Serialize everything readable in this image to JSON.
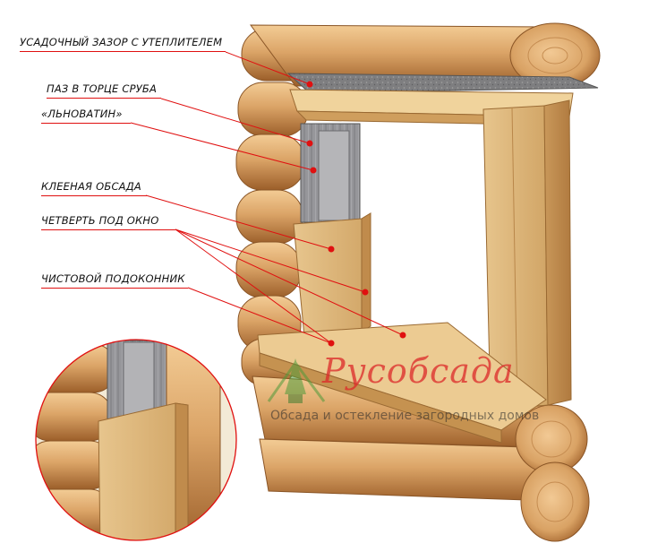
{
  "labels": [
    "УСАДОЧНЫЙ ЗАЗОР С УТЕПЛИТЕЛЕМ",
    "ПАЗ В ТОРЦЕ СРУБА",
    "«ЛЬНОВАТИН»",
    "КЛЕЕНАЯ ОБСАДА",
    "ЧЕТВЕРТЬ ПОД ОКНО",
    "ЧИСТОВОЙ ПОДОКОННИК"
  ],
  "watermark": {
    "logo_letter": "Р",
    "title": "усобсада",
    "subtitle": "Обсада и остекление загородных домов"
  },
  "colors": {
    "log_light": "#e6b67f",
    "log_mid": "#cf9256",
    "log_dark": "#9c5f2a",
    "board_light": "#f0d39c",
    "board_mid": "#dcb57a",
    "board_dark": "#b8874b",
    "insulation": "#8a8a8a",
    "lnovatin": "#9c9ca0",
    "callout": "#e01010"
  }
}
